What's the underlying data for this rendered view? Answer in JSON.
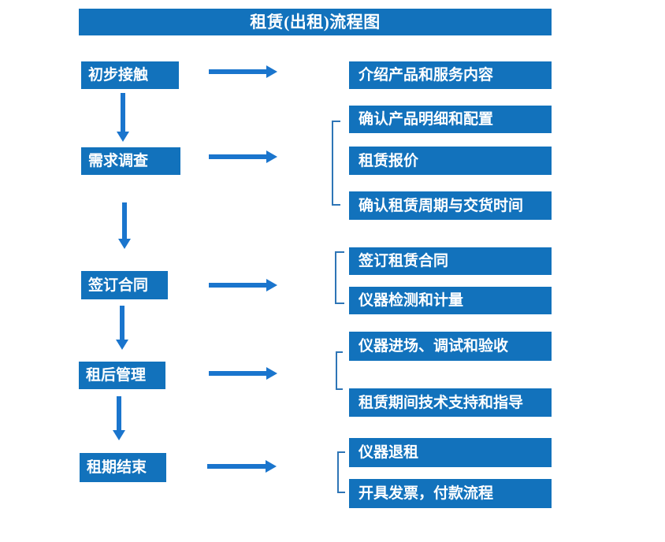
{
  "header": {
    "title": "租赁(出租)流程图"
  },
  "colors": {
    "box_blue": "#1272BC",
    "arrow_blue": "#1A75CD",
    "bracket_blue": "#2E75B6",
    "text_white": "#FFFFFF"
  },
  "steps": [
    {
      "label": "初步接触",
      "details": [
        "介绍产品和服务内容"
      ]
    },
    {
      "label": "需求调查",
      "details": [
        "确认产品明细和配置",
        "租赁报价",
        "确认租赁周期与交货时间"
      ]
    },
    {
      "label": "签订合同",
      "details": [
        "签订租赁合同",
        "仪器检测和计量"
      ]
    },
    {
      "label": "租后管理",
      "details": [
        "仪器进场、调试和验收",
        "租赁期间技术支持和指导"
      ]
    },
    {
      "label": "租期结束",
      "details": [
        "仪器退租",
        "开具发票，付款流程"
      ]
    }
  ]
}
